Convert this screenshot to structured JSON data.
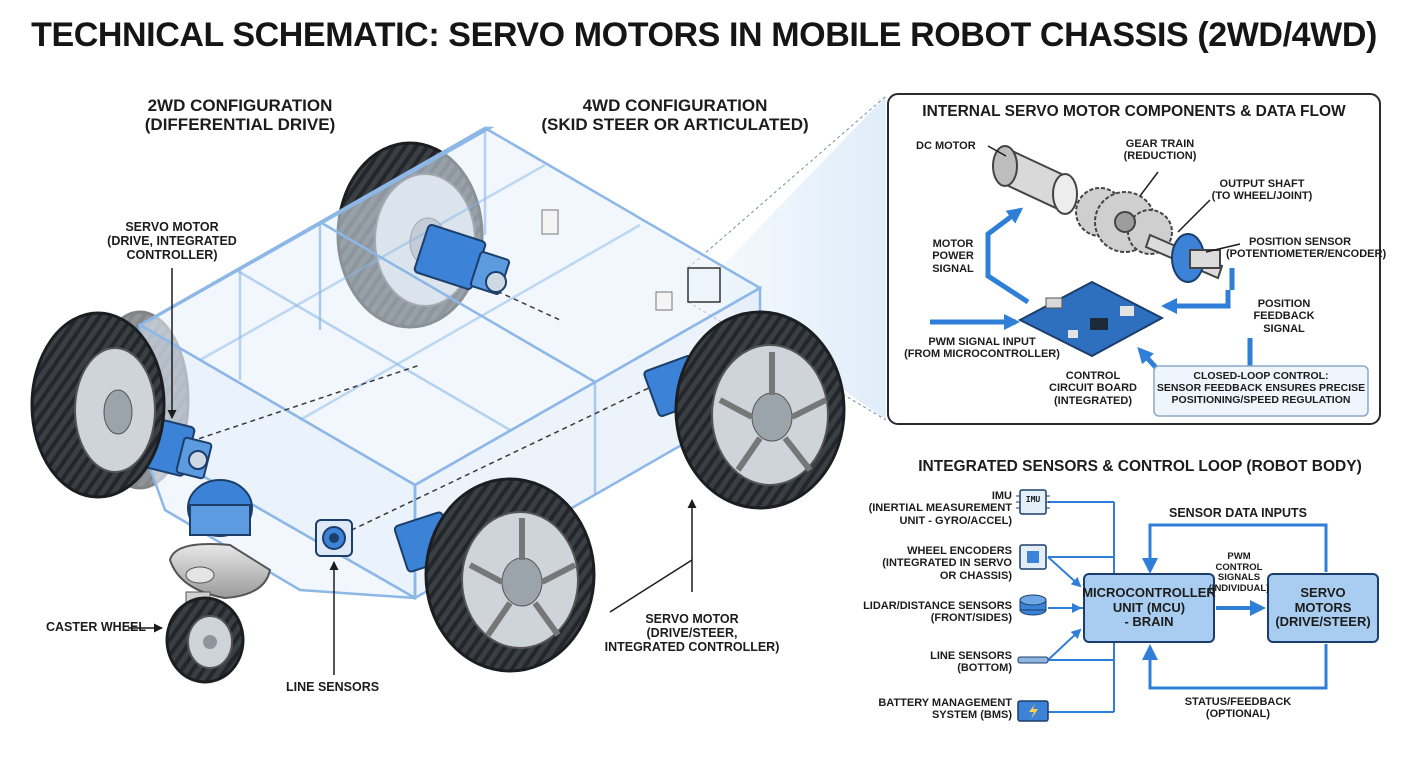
{
  "title": "TECHNICAL SCHEMATIC: SERVO MOTORS IN MOBILE ROBOT CHASSIS (2WD/4WD)",
  "chassis": {
    "config_2wd": {
      "line1": "2WD CONFIGURATION",
      "line2": "(DIFFERENTIAL DRIVE)"
    },
    "config_4wd": {
      "line1": "4WD CONFIGURATION",
      "line2": "(SKID STEER OR ARTICULATED)"
    },
    "servo_left": {
      "line1": "SERVO MOTOR",
      "line2": "(DRIVE, INTEGRATED",
      "line3": "CONTROLLER)"
    },
    "servo_right": {
      "line1": "SERVO MOTOR",
      "line2": "(DRIVE/STEER,",
      "line3": "INTEGRATED CONTROLLER)"
    },
    "caster": "CASTER WHEEL",
    "line_sensors": "LINE SENSORS"
  },
  "internal_panel": {
    "title": "INTERNAL SERVO MOTOR COMPONENTS & DATA FLOW",
    "dc_motor": "DC MOTOR",
    "gear_train": {
      "line1": "GEAR TRAIN",
      "line2": "(REDUCTION)"
    },
    "output_shaft": {
      "line1": "OUTPUT SHAFT",
      "line2": "(TO WHEEL/JOINT)"
    },
    "position_sensor": {
      "line1": "POSITION SENSOR",
      "line2": "(POTENTIOMETER/ENCODER)"
    },
    "motor_power": {
      "line1": "MOTOR",
      "line2": "POWER",
      "line3": "SIGNAL"
    },
    "position_feedback": {
      "line1": "POSITION",
      "line2": "FEEDBACK",
      "line3": "SIGNAL"
    },
    "pwm_input": {
      "line1": "PWM SIGNAL INPUT",
      "line2": "(FROM MICROCONTROLLER)"
    },
    "control_board": {
      "line1": "CONTROL",
      "line2": "CIRCUIT BOARD",
      "line3": "(INTEGRATED)"
    },
    "closed_loop": {
      "line1": "CLOSED-LOOP CONTROL:",
      "line2": "SENSOR FEEDBACK ENSURES PRECISE",
      "line3": "POSITIONING/SPEED REGULATION"
    }
  },
  "control_loop": {
    "title": "INTEGRATED SENSORS & CONTROL LOOP (ROBOT BODY)",
    "imu": {
      "line1": "IMU",
      "line2": "(INERTIAL MEASUREMENT",
      "line3": "UNIT - GYRO/ACCEL)",
      "chip": "IMU"
    },
    "wheel_encoders": {
      "line1": "WHEEL ENCODERS",
      "line2": "(INTEGRATED IN SERVO",
      "line3": "OR CHASSIS)"
    },
    "lidar": {
      "line1": "LIDAR/DISTANCE SENSORS",
      "line2": "(FRONT/SIDES)"
    },
    "line_sensors": {
      "line1": "LINE SENSORS",
      "line2": "(BOTTOM)"
    },
    "bms": {
      "line1": "BATTERY MANAGEMENT",
      "line2": "SYSTEM (BMS)"
    },
    "mcu": {
      "line1": "MICROCONTROLLER",
      "line2": "UNIT (MCU)",
      "line3": "- BRAIN"
    },
    "servo_motors": {
      "line1": "SERVO",
      "line2": "MOTORS",
      "line3": "(DRIVE/STEER)"
    },
    "sensor_data": "SENSOR DATA INPUTS",
    "pwm": {
      "line1": "PWM",
      "line2": "CONTROL",
      "line3": "SIGNALS",
      "line4": "(INDIVIDUAL)"
    },
    "status": {
      "line1": "STATUS/FEEDBACK",
      "line2": "(OPTIONAL)"
    }
  },
  "colors": {
    "accent": "#2f7fd8",
    "servo": "#3c82d6",
    "box_fill": "#a9cdf0",
    "chassis_edge": "#8cb7e6",
    "tire": "#2e3236"
  }
}
